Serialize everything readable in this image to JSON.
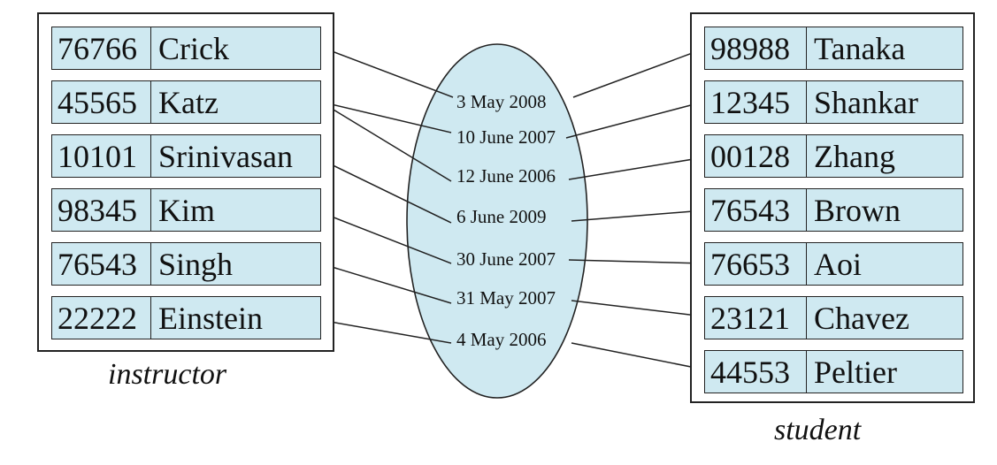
{
  "instructor": {
    "caption": "instructor",
    "rows": [
      {
        "id": "76766",
        "name": "Crick"
      },
      {
        "id": "45565",
        "name": "Katz"
      },
      {
        "id": "10101",
        "name": "Srinivasan"
      },
      {
        "id": "98345",
        "name": "Kim"
      },
      {
        "id": "76543",
        "name": "Singh"
      },
      {
        "id": "22222",
        "name": "Einstein"
      }
    ]
  },
  "student": {
    "caption": "student",
    "rows": [
      {
        "id": "98988",
        "name": "Tanaka"
      },
      {
        "id": "12345",
        "name": "Shankar"
      },
      {
        "id": "00128",
        "name": "Zhang"
      },
      {
        "id": "76543",
        "name": "Brown"
      },
      {
        "id": "76653",
        "name": "Aoi"
      },
      {
        "id": "23121",
        "name": "Chavez"
      },
      {
        "id": "44553",
        "name": "Peltier"
      }
    ]
  },
  "relationship": {
    "dates": [
      "3 May 2008",
      "10 June 2007",
      "12 June 2006",
      "6 June 2009",
      "30 June 2007",
      "31 May 2007",
      "4 May 2006"
    ]
  },
  "colors": {
    "fill": "#cfe9f1",
    "stroke": "#222222"
  }
}
